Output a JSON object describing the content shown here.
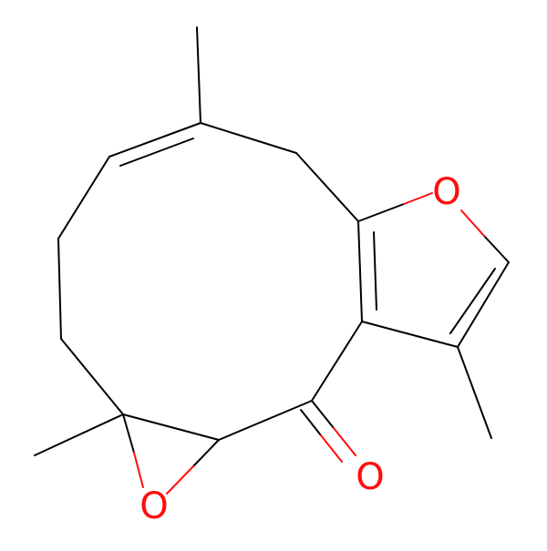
{
  "molecule": {
    "atom_labels": {
      "furan_oxygen": "O",
      "epoxide_oxygen": "O",
      "ketone_oxygen": "O"
    },
    "colors": {
      "bond": "#000000",
      "oxygen": "#ff0d0d",
      "background": "#ffffff"
    }
  }
}
